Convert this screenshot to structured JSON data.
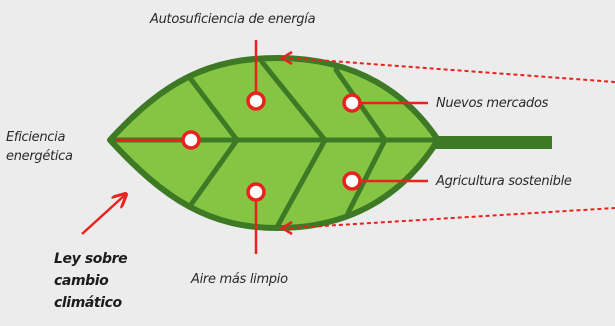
{
  "colors": {
    "background": "#ececec",
    "leaf_fill": "#86c544",
    "leaf_outline": "#3e7a25",
    "pointer_red": "#e8231e",
    "marker_fill": "#ffffff"
  },
  "labels": {
    "top": "Autosuficiencia de energía",
    "left": "Eficiencia\nenergética",
    "upper_right": "Nuevos mercados",
    "lower_right": "Agricultura sostenible",
    "bottom": "Aire más limpio",
    "law": "Ley sobre\ncambio\nclimático"
  }
}
